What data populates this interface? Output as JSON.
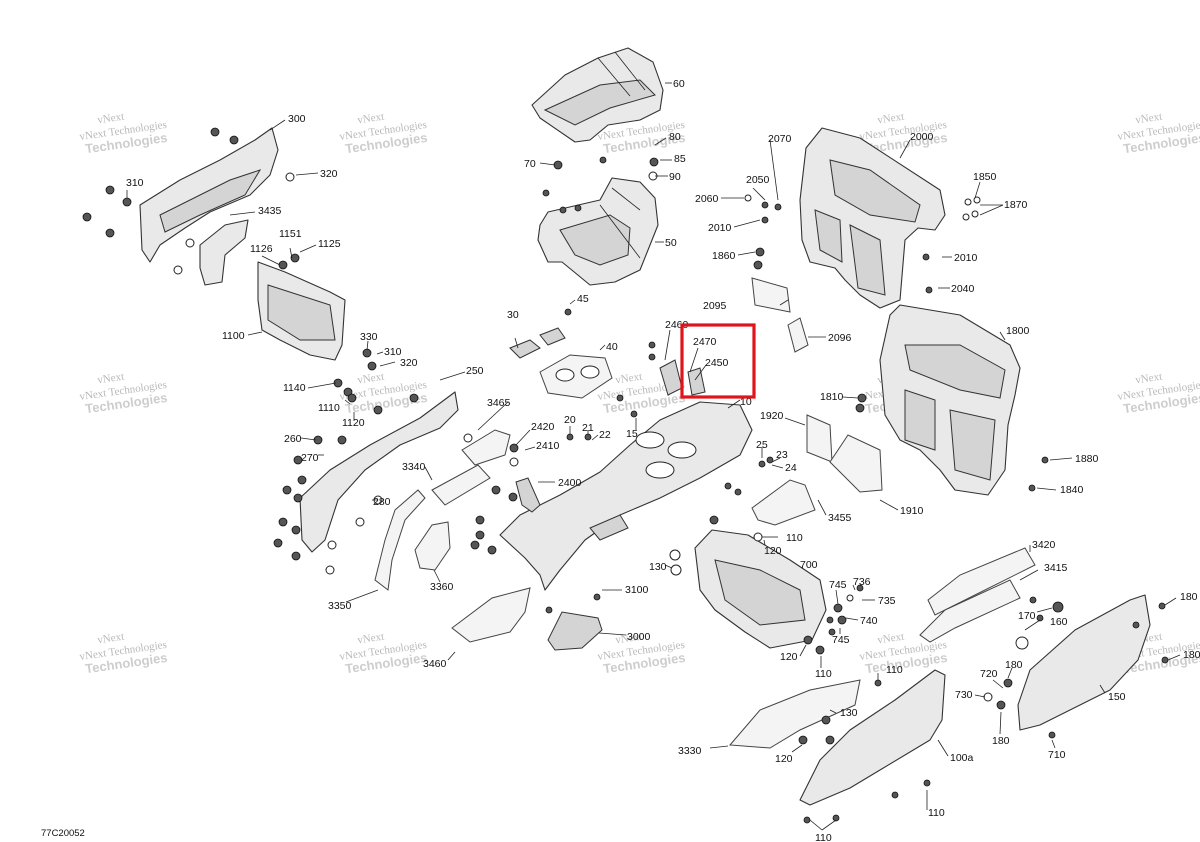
{
  "watermark": {
    "line1": "vNext",
    "line2": "vNext Technologies",
    "line3": "Technologies"
  },
  "diagram_code": "77C20052",
  "highlight_color": "#e0141b",
  "callouts": {
    "c10": "10",
    "c15": "15",
    "c20": "20",
    "c21": "21",
    "c22": "22",
    "c23": "23",
    "c24": "24",
    "c25": "25",
    "c30": "30",
    "c40": "40",
    "c45": "45",
    "c50": "50",
    "c60": "60",
    "c70": "70",
    "c80": "80",
    "c85": "85",
    "c90": "90",
    "c100a": "100a",
    "c110a": "110",
    "c110b": "110",
    "c110c": "110",
    "c110d": "110",
    "c110e": "110",
    "c120a": "120",
    "c120b": "120",
    "c120c": "120",
    "c130a": "130",
    "c130b": "130",
    "c150": "150",
    "c160": "160",
    "c170": "170",
    "c180a": "180",
    "c180b": "180",
    "c180c": "180",
    "c180d": "180",
    "c250": "250",
    "c260": "260",
    "c270": "270",
    "c280": "280",
    "c300": "300",
    "c310a": "310",
    "c310b": "310",
    "c320a": "320",
    "c320b": "320",
    "c330": "330",
    "c700": "700",
    "c710": "710",
    "c720": "720",
    "c730": "730",
    "c735": "735",
    "c736": "736",
    "c740": "740",
    "c745a": "745",
    "c745b": "745",
    "c1100": "1100",
    "c1110": "1110",
    "c1120": "1120",
    "c1125": "1125",
    "c1126": "1126",
    "c1140": "1140",
    "c1151": "1151",
    "c1800": "1800",
    "c1810": "1810",
    "c1840": "1840",
    "c1850": "1850",
    "c1860": "1860",
    "c1870": "1870",
    "c1880": "1880",
    "c1910": "1910",
    "c1920": "1920",
    "c2000": "2000",
    "c2010a": "2010",
    "c2010b": "2010",
    "c2040": "2040",
    "c2050": "2050",
    "c2060": "2060",
    "c2070": "2070",
    "c2095": "2095",
    "c2096": "2096",
    "c2400": "2400",
    "c2410": "2410",
    "c2420": "2420",
    "c2450": "2450",
    "c2460": "2460",
    "c2470": "2470",
    "c3000": "3000",
    "c3100": "3100",
    "c3330": "3330",
    "c3340": "3340",
    "c3350": "3350",
    "c3360": "3360",
    "c3415": "3415",
    "c3420": "3420",
    "c3435": "3435",
    "c3455": "3455",
    "c3460": "3460",
    "c3465": "3465"
  }
}
